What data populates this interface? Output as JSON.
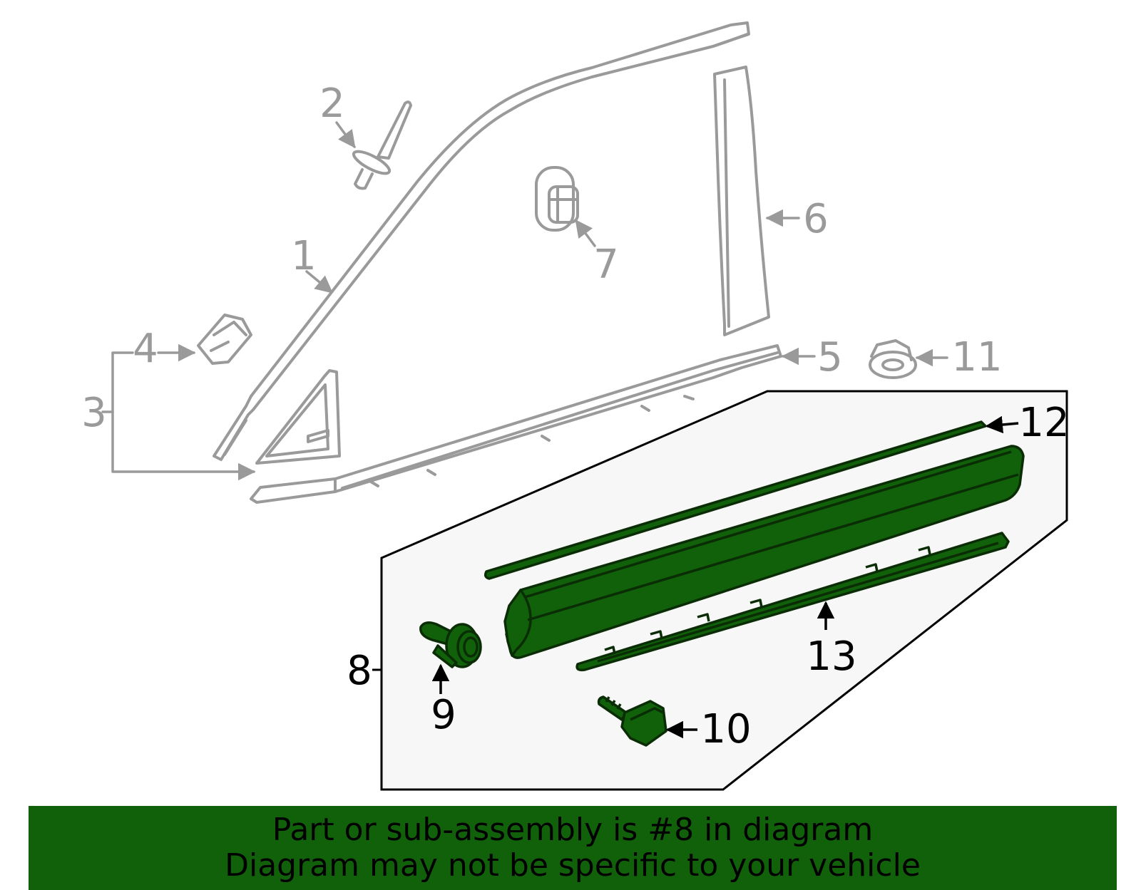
{
  "colors": {
    "highlight_fill": "#11600a",
    "highlight_outline": "#0a2d05",
    "context_parts": "#9a9a9a",
    "subassembly_panel": "#f7f7f7",
    "banner_background": "#11600a"
  },
  "callouts": {
    "c1": "1",
    "c2": "2",
    "c3": "3",
    "c4": "4",
    "c5": "5",
    "c6": "6",
    "c7": "7",
    "c8": "8",
    "c9": "9",
    "c10": "10",
    "c11": "11",
    "c12": "12",
    "c13": "13"
  },
  "banner": {
    "line1": "Part or sub-assembly is #8 in diagram",
    "line2": "Diagram may not be specific to your vehicle"
  }
}
